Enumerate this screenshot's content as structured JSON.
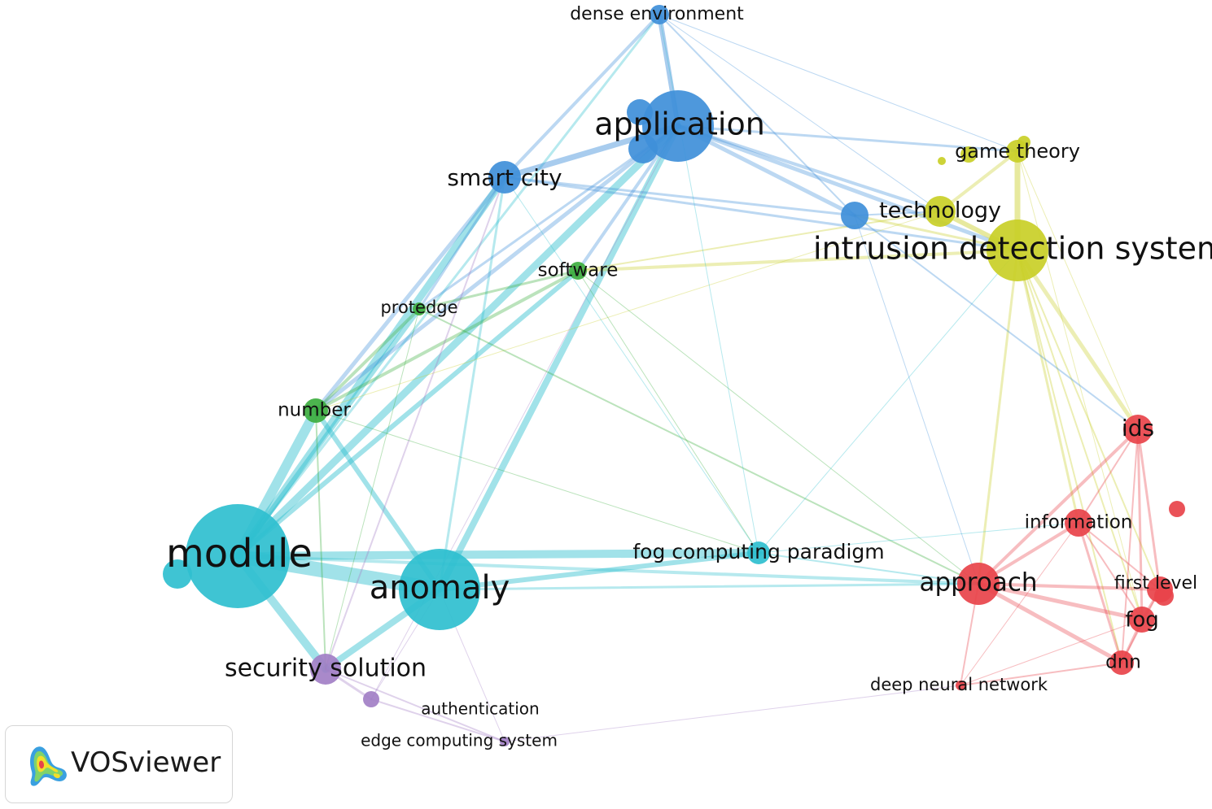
{
  "colors": {
    "red": "#e8434a",
    "green": "#3dae3f",
    "blue": "#3f8fd9",
    "yellow": "#c9cf27",
    "purple": "#a27fc6",
    "cyan": "#2fbfcf"
  },
  "nodes": [
    {
      "id": "dense-environment",
      "label": "dense environment",
      "cluster": "blue"
    },
    {
      "id": "application",
      "label": "application",
      "cluster": "blue"
    },
    {
      "id": "smart-city",
      "label": "smart city",
      "cluster": "blue"
    },
    {
      "id": "blue-node-small",
      "label": "",
      "cluster": "blue"
    },
    {
      "id": "game-theory",
      "label": "game theory",
      "cluster": "yellow"
    },
    {
      "id": "technology",
      "label": "technology",
      "cluster": "yellow"
    },
    {
      "id": "intrusion-detection-system",
      "label": "intrusion detection system",
      "cluster": "yellow"
    },
    {
      "id": "software",
      "label": "software",
      "cluster": "green"
    },
    {
      "id": "protedge",
      "label": "protedge",
      "cluster": "green"
    },
    {
      "id": "number",
      "label": "number",
      "cluster": "green"
    },
    {
      "id": "module",
      "label": "module",
      "cluster": "cyan"
    },
    {
      "id": "anomaly",
      "label": "anomaly",
      "cluster": "cyan"
    },
    {
      "id": "fog-computing-paradigm",
      "label": "fog computing paradigm",
      "cluster": "cyan"
    },
    {
      "id": "security-solution",
      "label": "security solution",
      "cluster": "purple"
    },
    {
      "id": "authentication",
      "label": "authentication",
      "cluster": "purple"
    },
    {
      "id": "edge-computing-system",
      "label": "edge computing system",
      "cluster": "purple"
    },
    {
      "id": "ids",
      "label": "ids",
      "cluster": "red"
    },
    {
      "id": "information",
      "label": "information",
      "cluster": "red"
    },
    {
      "id": "approach",
      "label": "approach",
      "cluster": "red"
    },
    {
      "id": "first-level",
      "label": "first level",
      "cluster": "red"
    },
    {
      "id": "fog",
      "label": "fog",
      "cluster": "red"
    },
    {
      "id": "dnn",
      "label": "dnn",
      "cluster": "red"
    },
    {
      "id": "deep-neural-network",
      "label": "deep neural network",
      "cluster": "red"
    }
  ],
  "logo": {
    "text": "VOSviewer",
    "icon": "vosviewer-logo-icon"
  }
}
